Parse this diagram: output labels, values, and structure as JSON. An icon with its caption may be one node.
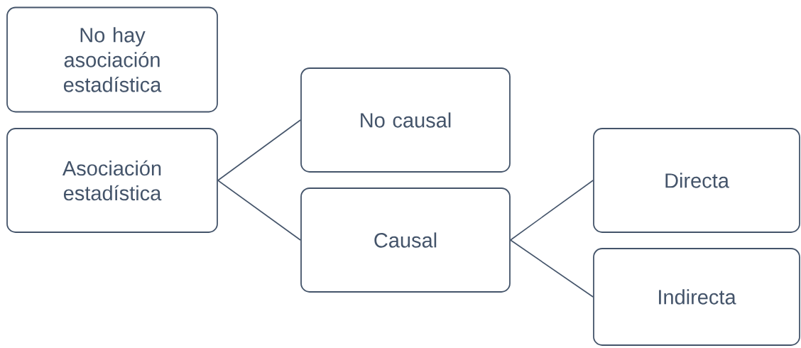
{
  "diagram": {
    "nodes": [
      {
        "text": [
          "No hay asociación estadística"
        ]
      },
      {
        "text": [
          "Asociación estadística"
        ]
      },
      {
        "text": [
          "No causal"
        ]
      },
      {
        "text": [
          "Causal"
        ]
      },
      {
        "text": [
          "Directa"
        ]
      },
      {
        "text": [
          "Indirecta"
        ]
      }
    ],
    "edges": [
      {
        "from": 1,
        "to": 2,
        "arrow": "none"
      },
      {
        "from": 1,
        "to": 3,
        "arrow": "none"
      },
      {
        "from": 3,
        "to": 4,
        "arrow": "none"
      },
      {
        "from": 3,
        "to": 5,
        "arrow": "none"
      }
    ]
  }
}
